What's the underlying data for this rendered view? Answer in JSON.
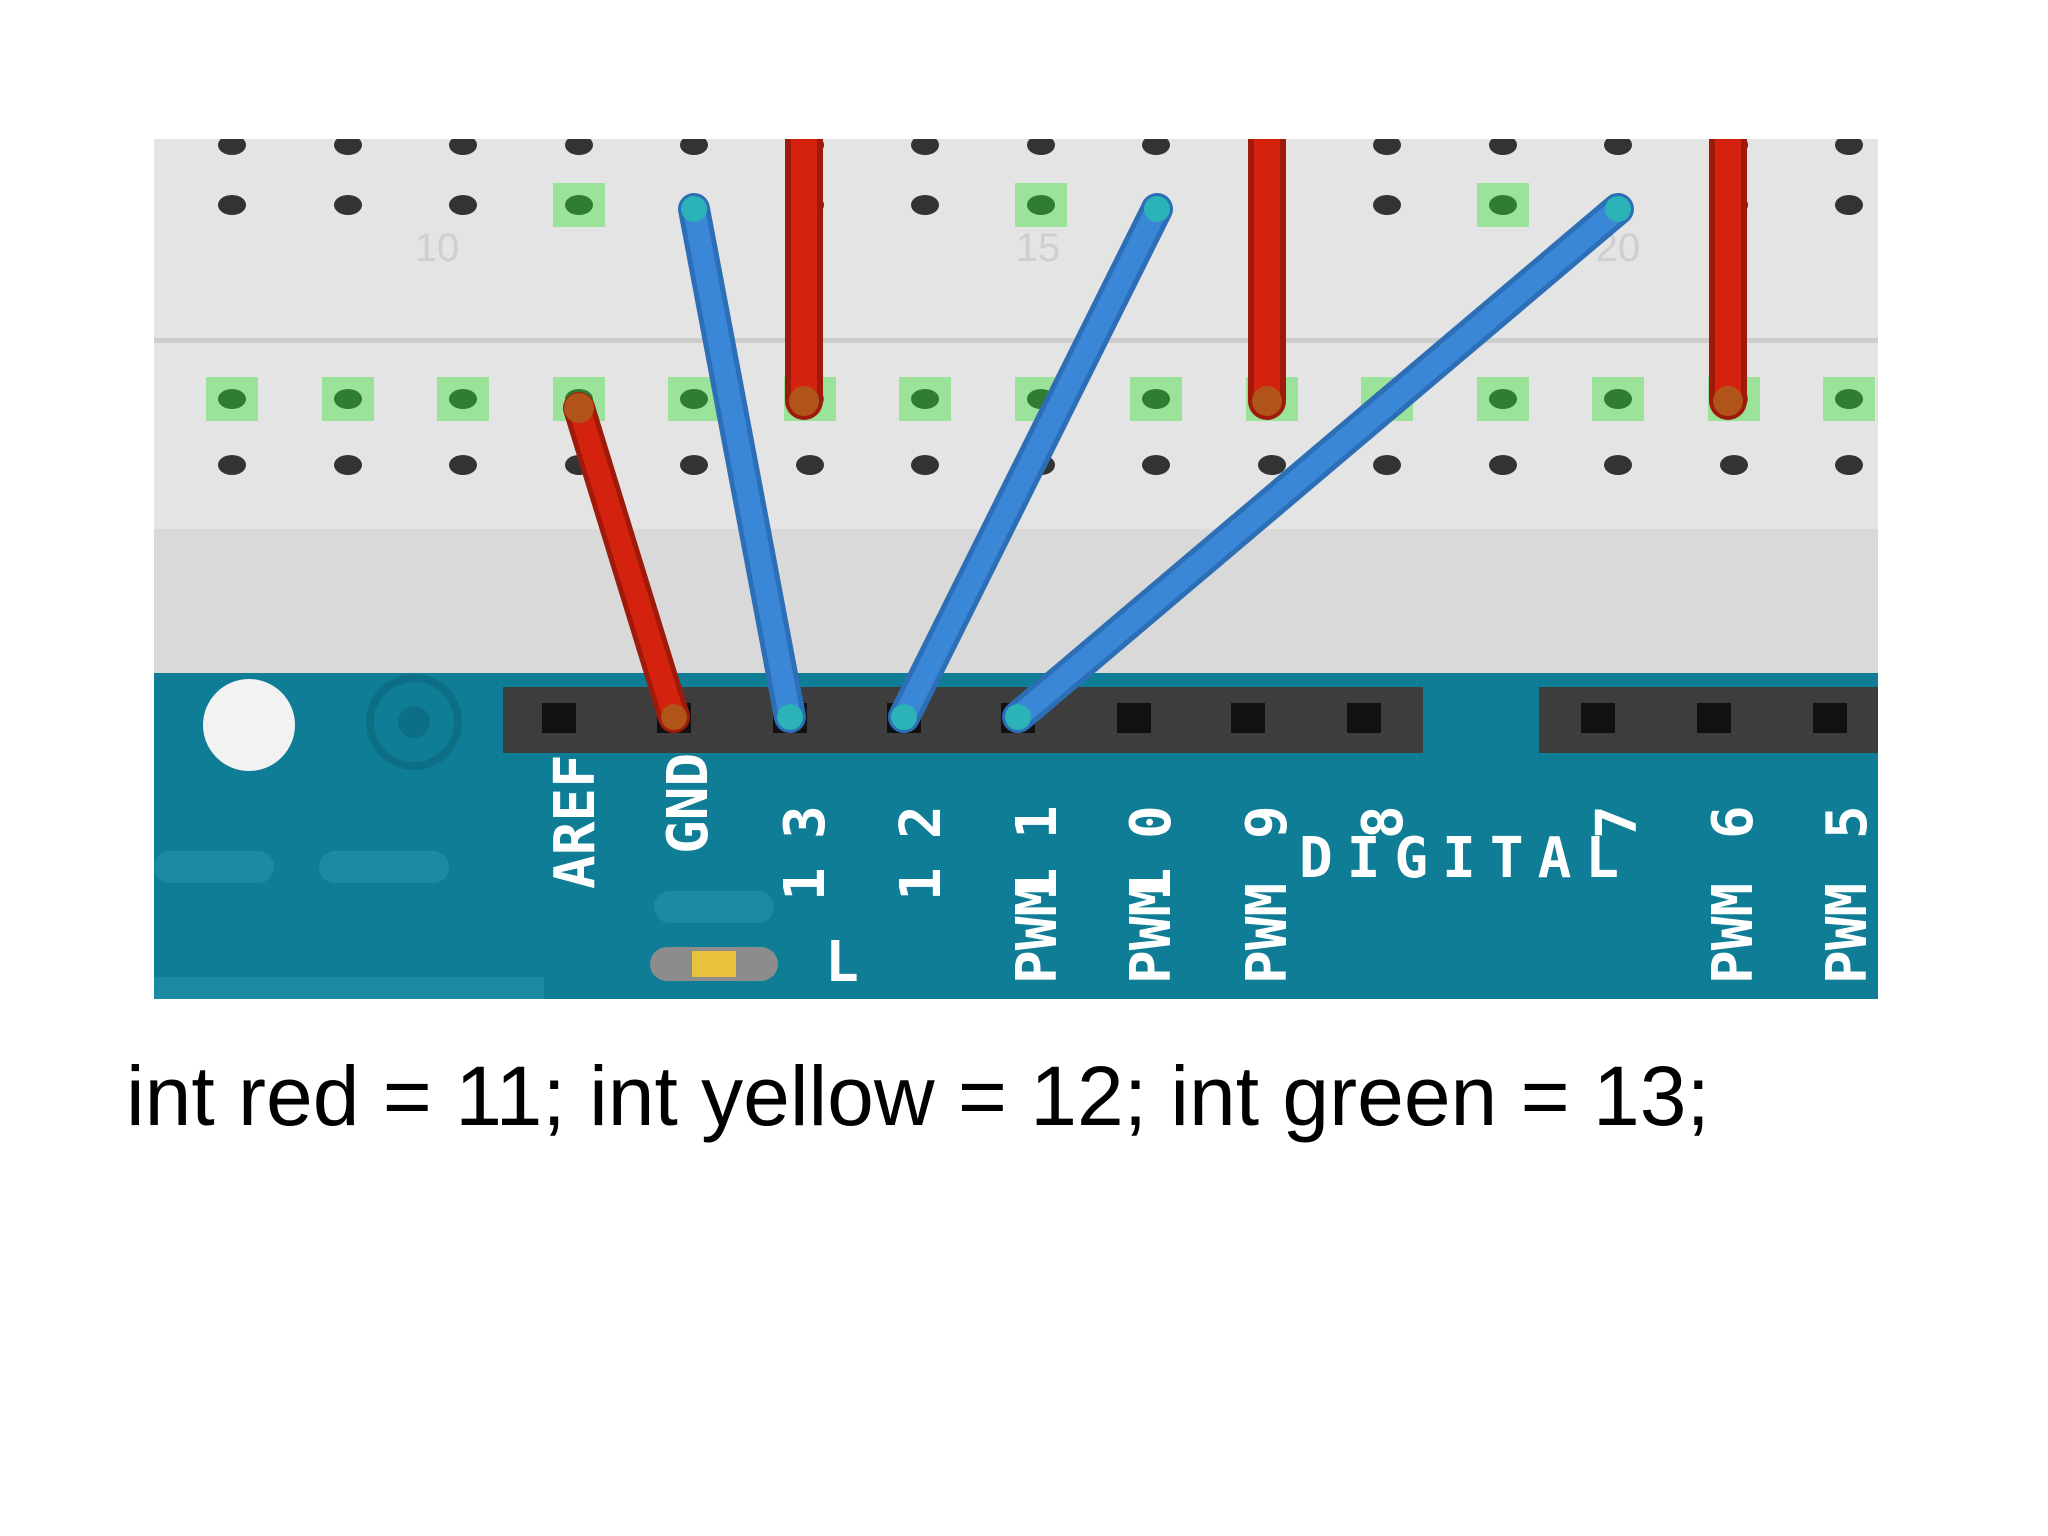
{
  "breadboard": {
    "row_numbers": [
      "10",
      "15",
      "20"
    ]
  },
  "arduino": {
    "pin_labels": [
      "AREF",
      "GND",
      "3",
      "2",
      "1",
      "0",
      "9",
      "8",
      "7",
      "6",
      "5"
    ],
    "pin_sublabels": [
      "1",
      "1",
      "1",
      "1"
    ],
    "pwm_label": "PWM",
    "digital_label": "DIGITAL",
    "led_label": "L"
  },
  "caption": {
    "code": "int red = 11; int yellow = 12; int green = 13;"
  },
  "colors": {
    "breadboard": "#e6e6e6",
    "arduino_board": "#0f7d95",
    "wire_red": "#d4220f",
    "wire_blue": "#3a87d8",
    "connected_hole": "#9be29b"
  }
}
